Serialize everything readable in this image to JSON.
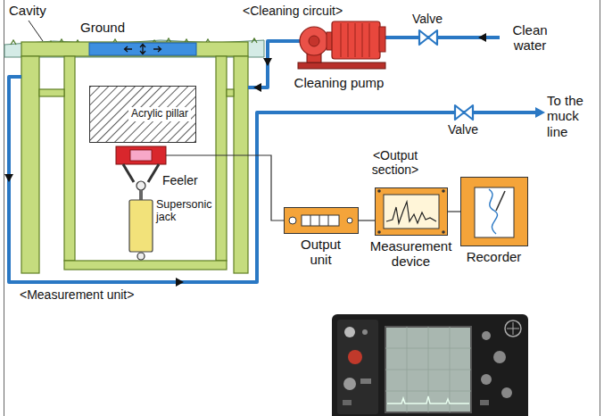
{
  "diagram": {
    "nodes": [
      {
        "text": [
          "Acrylic pillar"
        ]
      },
      {
        "text": [
          "Output unit"
        ]
      },
      {
        "text": [
          "Measurement device"
        ]
      },
      {
        "text": [
          "Recorder"
        ]
      }
    ],
    "edges": [
      {
        "from": 1,
        "to": 2,
        "arrow": "none"
      },
      {
        "from": 2,
        "to": 3,
        "arrow": "none"
      }
    ],
    "labels": [
      "Cavity",
      "Ground",
      "<Cleaning circuit>",
      "Valve",
      "Clean water",
      "Cleaning pump",
      "To the muck line",
      "Valve",
      "<Output section>",
      "Feeler",
      "Supersonic jack",
      "<Measurement unit>"
    ]
  }
}
